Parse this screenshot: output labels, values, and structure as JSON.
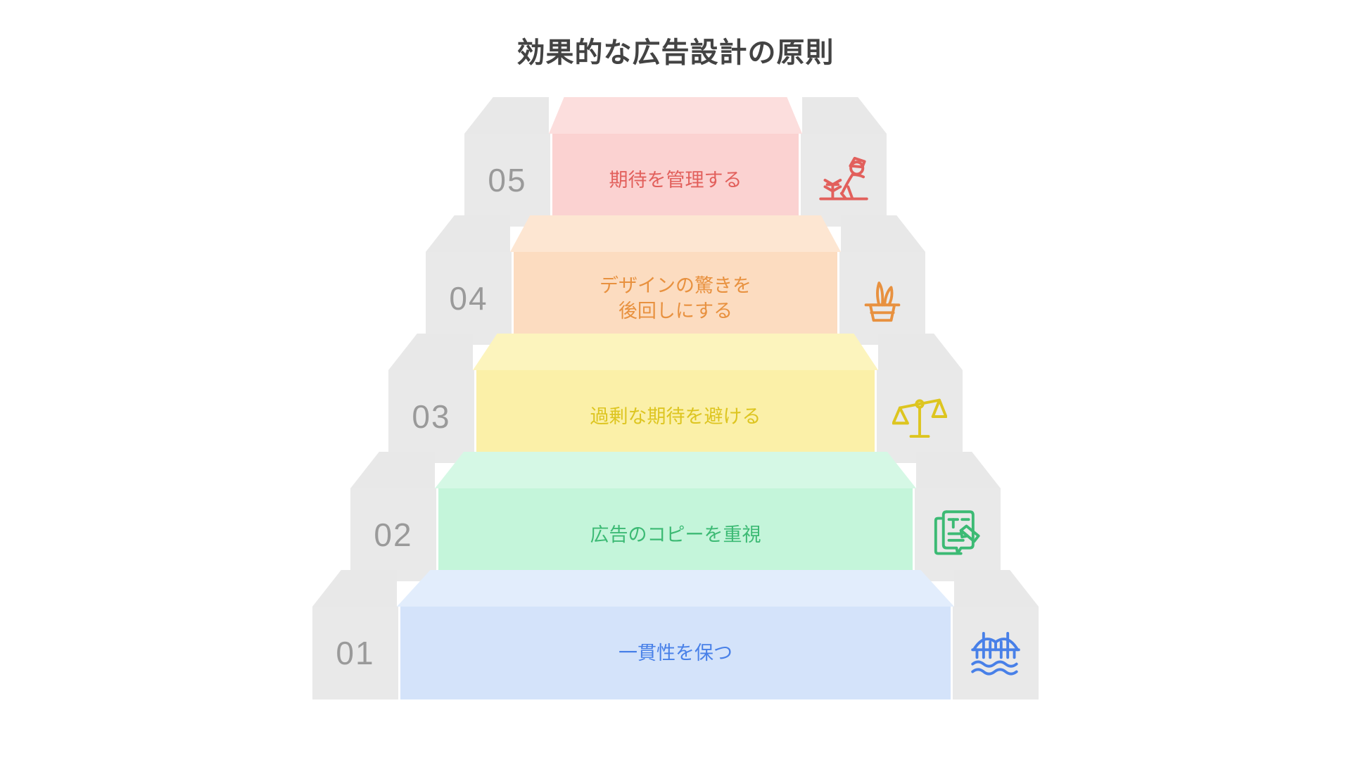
{
  "page": {
    "title": "効果的な広告設計の原則",
    "background_color": "#ffffff",
    "title_color": "#434343"
  },
  "diagram": {
    "type": "3d-staircase",
    "orientation": "ascending-right-to-left-pyramid",
    "step_count": 5,
    "steps": [
      {
        "number": "05",
        "label": "期待を管理する",
        "label_line1": "期待を管理する",
        "label_line2": "",
        "icon": "gardener-planting-icon",
        "front_color": "#fbd2d1",
        "top_color": "#fcdedd",
        "text_color": "#e2605c",
        "side_color": "#e9e9e9",
        "number_color": "#9a9a9a",
        "level": 5
      },
      {
        "number": "04",
        "label": "デザインの驚きを後回しにする",
        "label_line1": "デザインの驚きを",
        "label_line2": "後回しにする",
        "icon": "magic-hat-rabbit-icon",
        "front_color": "#fcdcc0",
        "top_color": "#fde6d2",
        "text_color": "#e8913f",
        "side_color": "#e9e9e9",
        "number_color": "#9a9a9a",
        "level": 4
      },
      {
        "number": "03",
        "label": "過剰な期待を避ける",
        "label_line1": "過剰な期待を避ける",
        "label_line2": "",
        "icon": "balance-scales-icon",
        "front_color": "#fbf0a8",
        "top_color": "#fcf4bd",
        "text_color": "#ddc520",
        "side_color": "#e9e9e9",
        "number_color": "#9a9a9a",
        "level": 3
      },
      {
        "number": "02",
        "label": "広告のコピーを重視",
        "label_line1": "広告のコピーを重視",
        "label_line2": "",
        "icon": "document-pencil-icon",
        "front_color": "#c4f5da",
        "top_color": "#d5f8e5",
        "text_color": "#3cba74",
        "side_color": "#e9e9e9",
        "number_color": "#9a9a9a",
        "level": 2
      },
      {
        "number": "01",
        "label": "一貫性を保つ",
        "label_line1": "一貫性を保つ",
        "label_line2": "",
        "icon": "bridge-water-icon",
        "front_color": "#d4e3fa",
        "top_color": "#e2edfc",
        "text_color": "#4880e8",
        "side_color": "#e9e9e9",
        "number_color": "#9a9a9a",
        "level": 1
      }
    ]
  }
}
